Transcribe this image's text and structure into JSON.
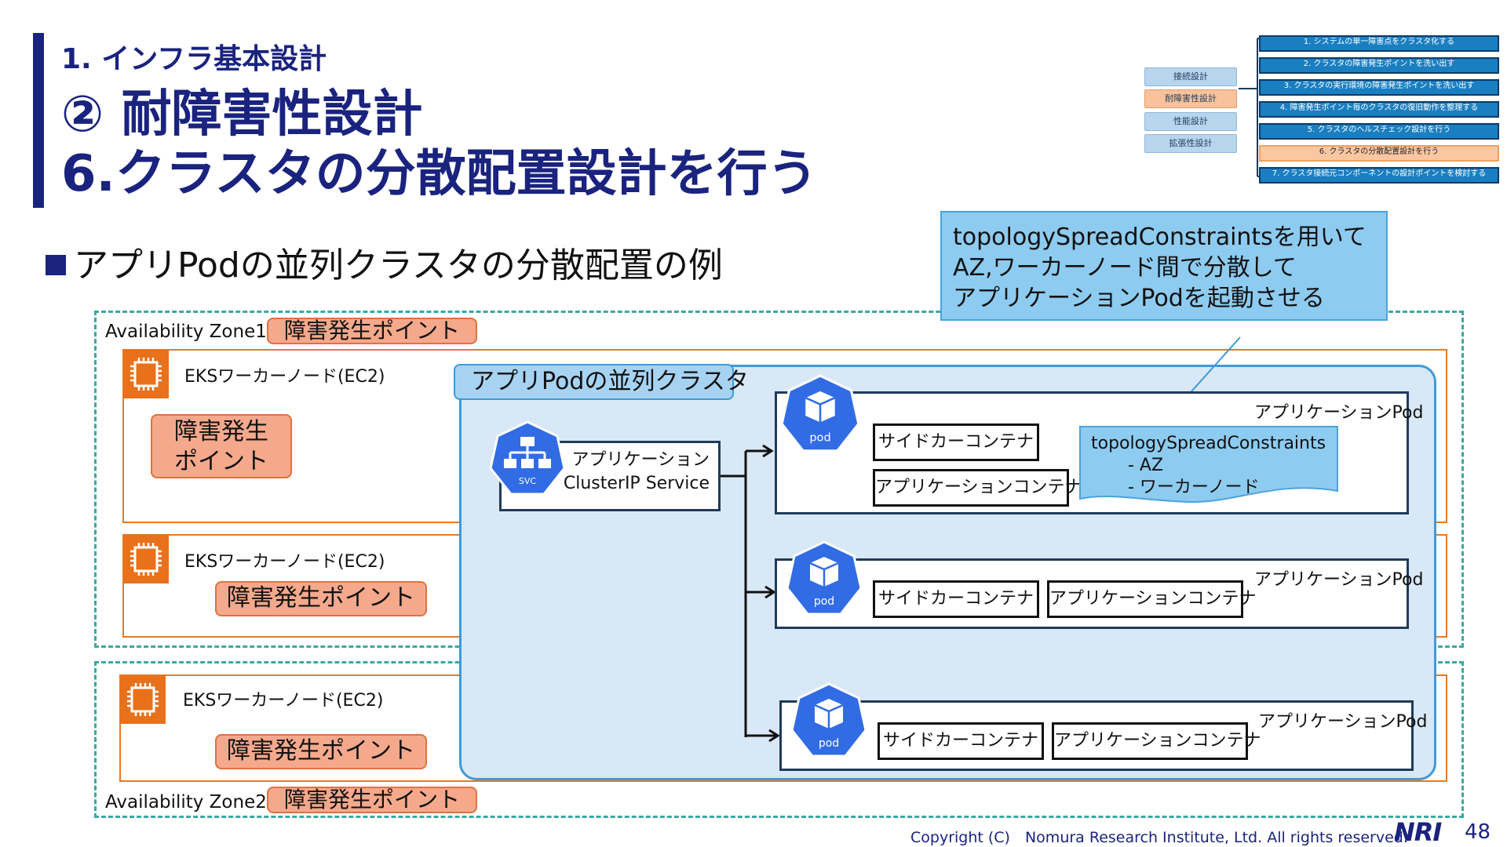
{
  "header": {
    "subtitle": "1. インフラ基本設計",
    "title_line1": "② 耐障害性設計",
    "title_line2": "6.クラスタの分散配置設計を行う"
  },
  "nav": {
    "categories": [
      {
        "label": "接続設計",
        "active": false
      },
      {
        "label": "耐障害性設計",
        "active": true
      },
      {
        "label": "性能設計",
        "active": false
      },
      {
        "label": "拡張性設計",
        "active": false
      }
    ],
    "steps": [
      {
        "label": "1. システムの単一障害点をクラスタ化する",
        "active": false
      },
      {
        "label": "2. クラスタの障害発生ポイントを洗い出す",
        "active": false
      },
      {
        "label": "3. クラスタの実行環境の障害発生ポイントを洗い出す",
        "active": false
      },
      {
        "label": "4. 障害発生ポイント毎のクラスタの復旧動作を整理する",
        "active": false
      },
      {
        "label": "5. クラスタのヘルスチェック設計を行う",
        "active": false
      },
      {
        "label": "6. クラスタの分散配置設計を行う",
        "active": true
      },
      {
        "label": "7. クラスタ接続元コンポーネントの設計ポイントを検討する",
        "active": false
      }
    ]
  },
  "bullet": "アプリPodの並列クラスタの分散配置の例",
  "callout": {
    "line1": "topologySpreadConstraintsを用いて",
    "line2": "AZ,ワーカーノード間で分散して",
    "line3": "アプリケーションPodを起動させる"
  },
  "diagram": {
    "az1_label": "Availability Zone1",
    "az2_label": "Availability Zone2",
    "fail_point": "障害発生ポイント",
    "fail_point_two_line_1": "障害発生",
    "fail_point_two_line_2": "ポイント",
    "node_label": "EKSワーカーノード(EC2)",
    "cluster_label": "アプリPodの並列クラスタ",
    "service_line1": "アプリケーション",
    "service_line2": "ClusterIP Service",
    "svc_icon_text": "SVC",
    "pod_icon_text": "pod",
    "pod_label": "アプリケーションPod",
    "sidecar": "サイドカーコンテナ",
    "app_container": "アプリケーションコンテナ",
    "note_title": "topologySpreadConstraints",
    "note_item1": "- AZ",
    "note_item2": "- ワーカーノード"
  },
  "footer": {
    "copyright": "Copyright (C)　Nomura Research Institute, Ltd. All rights reserved.",
    "logo": "NRI",
    "page": "48"
  },
  "colors": {
    "primary": "#1a237e",
    "az_border": "#3aa9a2",
    "node_border": "#e67a23",
    "fail_fill": "#f5a98c",
    "cluster_fill": "#d9e8f6",
    "k8s_blue": "#326ce5"
  }
}
